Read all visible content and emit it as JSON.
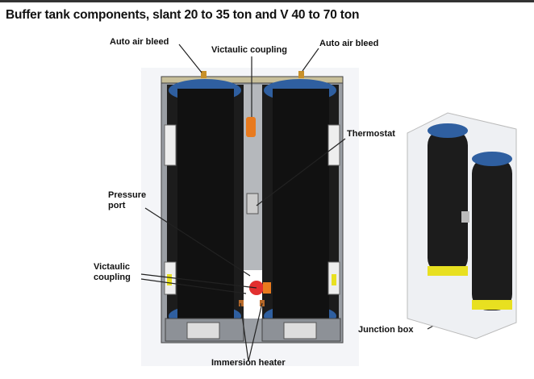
{
  "title": "Buffer tank components, slant 20 to 35 ton and V 40 to 70 ton",
  "labels": {
    "auto_air_bleed_left": "Auto air bleed",
    "victaulic_coupling_top": "Victaulic coupling",
    "auto_air_bleed_right": "Auto air bleed",
    "thermostat": "Thermostat",
    "pressure_port": "Pressure port",
    "victaulic_coupling_left": "Victaulic coupling",
    "immersion_heater": "Immersion heater",
    "junction_box": "Junction box"
  }
}
